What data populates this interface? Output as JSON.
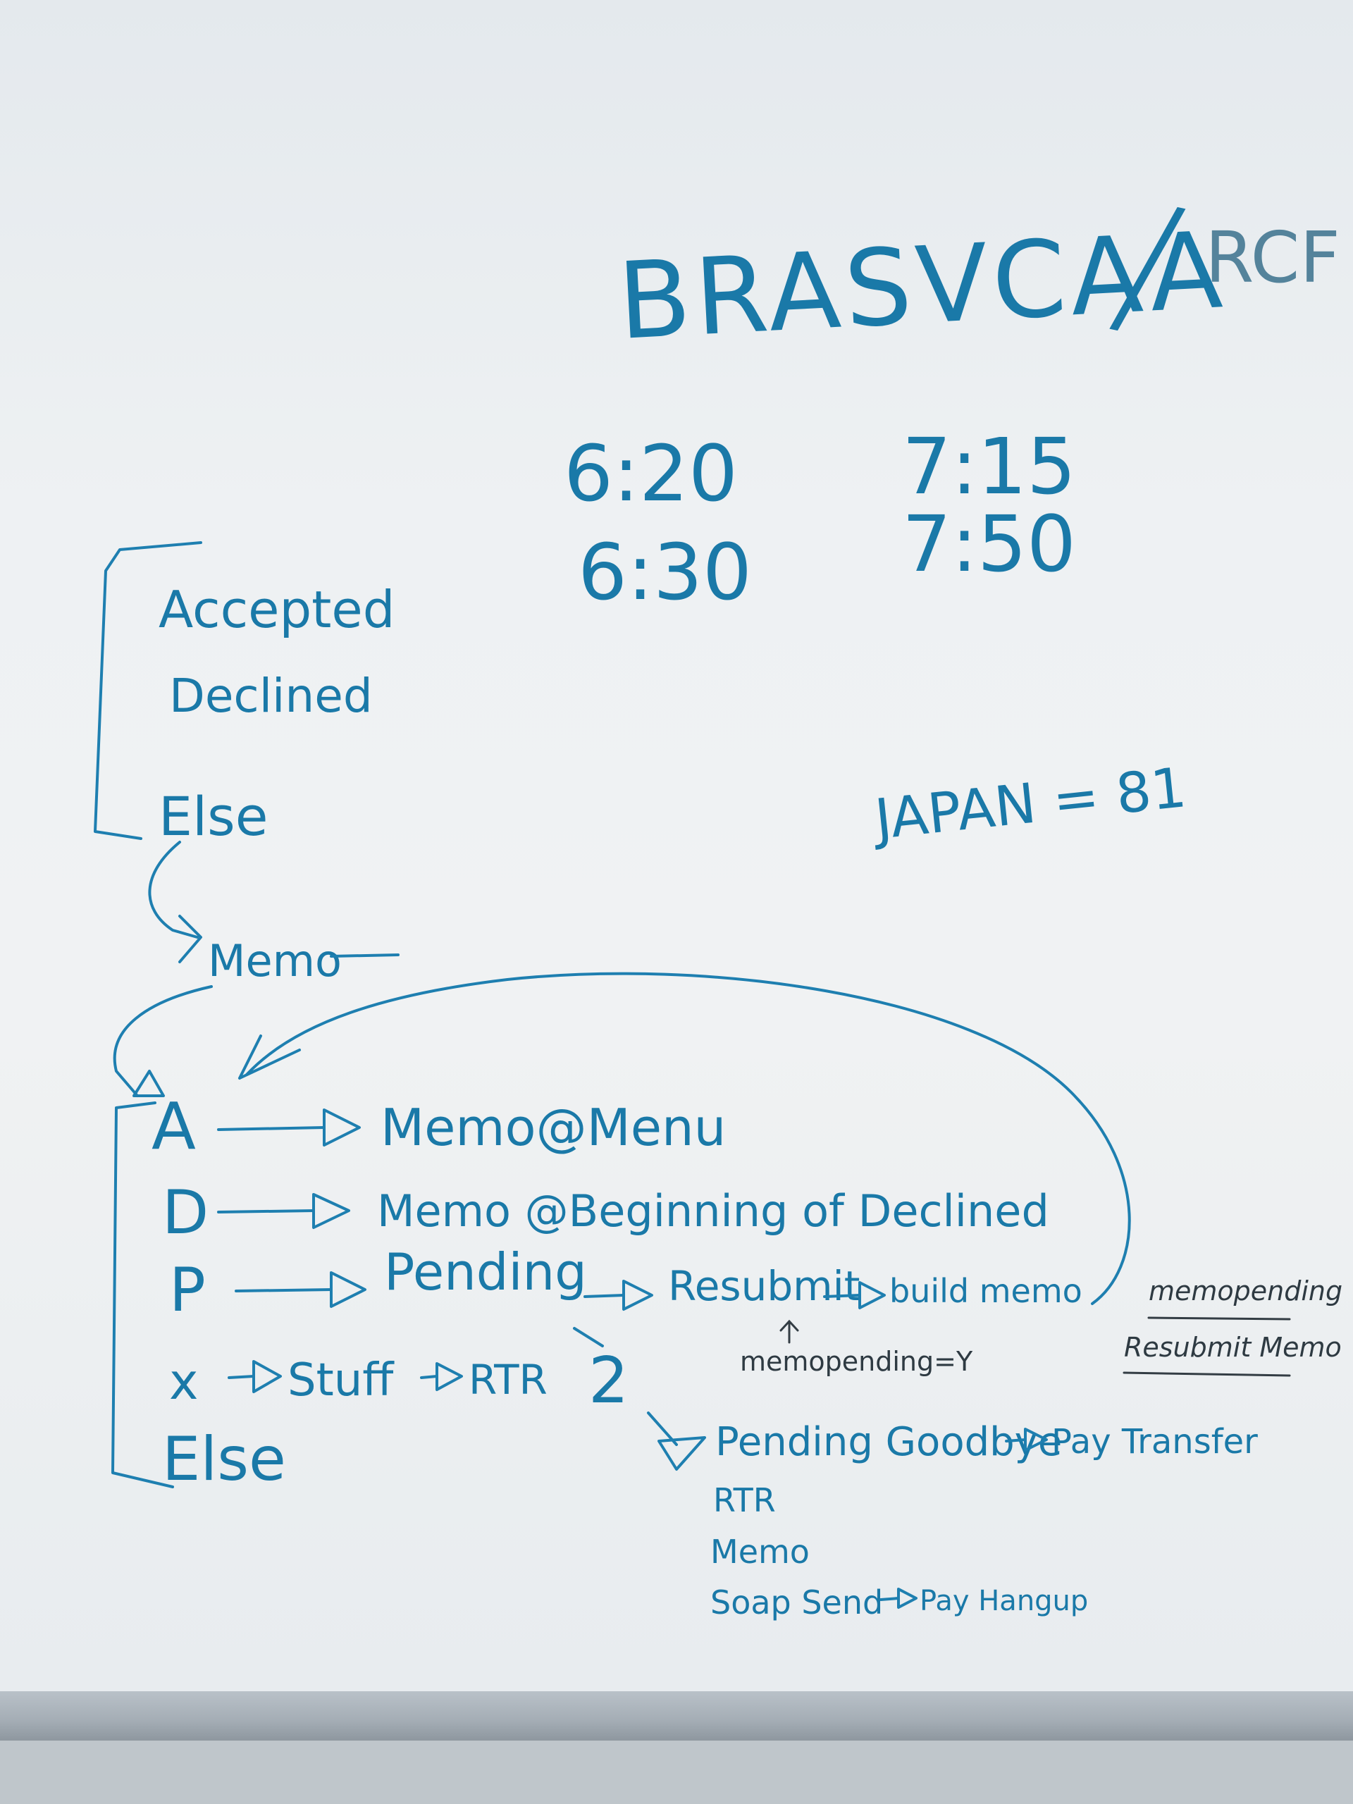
{
  "header": {
    "title_main": "BRASVCAA",
    "title_slash": "/",
    "title_tail": "RCF"
  },
  "times": {
    "col1": [
      "6:20",
      "6:30"
    ],
    "col2": [
      "7:15",
      "7:50"
    ]
  },
  "note": "JAPAN = 81",
  "top_list": {
    "accepted": "Accepted",
    "declined": "Declined",
    "else": "Else"
  },
  "memo_label": "Memo",
  "flow": {
    "a": {
      "key": "A",
      "target": "Memo@Menu"
    },
    "d": {
      "key": "D",
      "target": "Memo @Beginning of Declined"
    },
    "p": {
      "key": "P",
      "target": "Pending",
      "next": "Resubmit",
      "final": "build memo"
    },
    "x": {
      "key": "x",
      "target": "Stuff",
      "next": "RTR"
    },
    "else": {
      "key": "Else"
    }
  },
  "sub_flow": {
    "two": "2",
    "items": [
      "Pending Goodbye",
      "RTR",
      "Memo",
      "Soap Send"
    ],
    "goodbye_next": "Pay Transfer",
    "soap_next": "Pay Hangup"
  },
  "memopending_note": "memopending=Y",
  "side_notes": [
    "memopending",
    "Resubmit Memo"
  ],
  "arrow_glyph": "—▷"
}
